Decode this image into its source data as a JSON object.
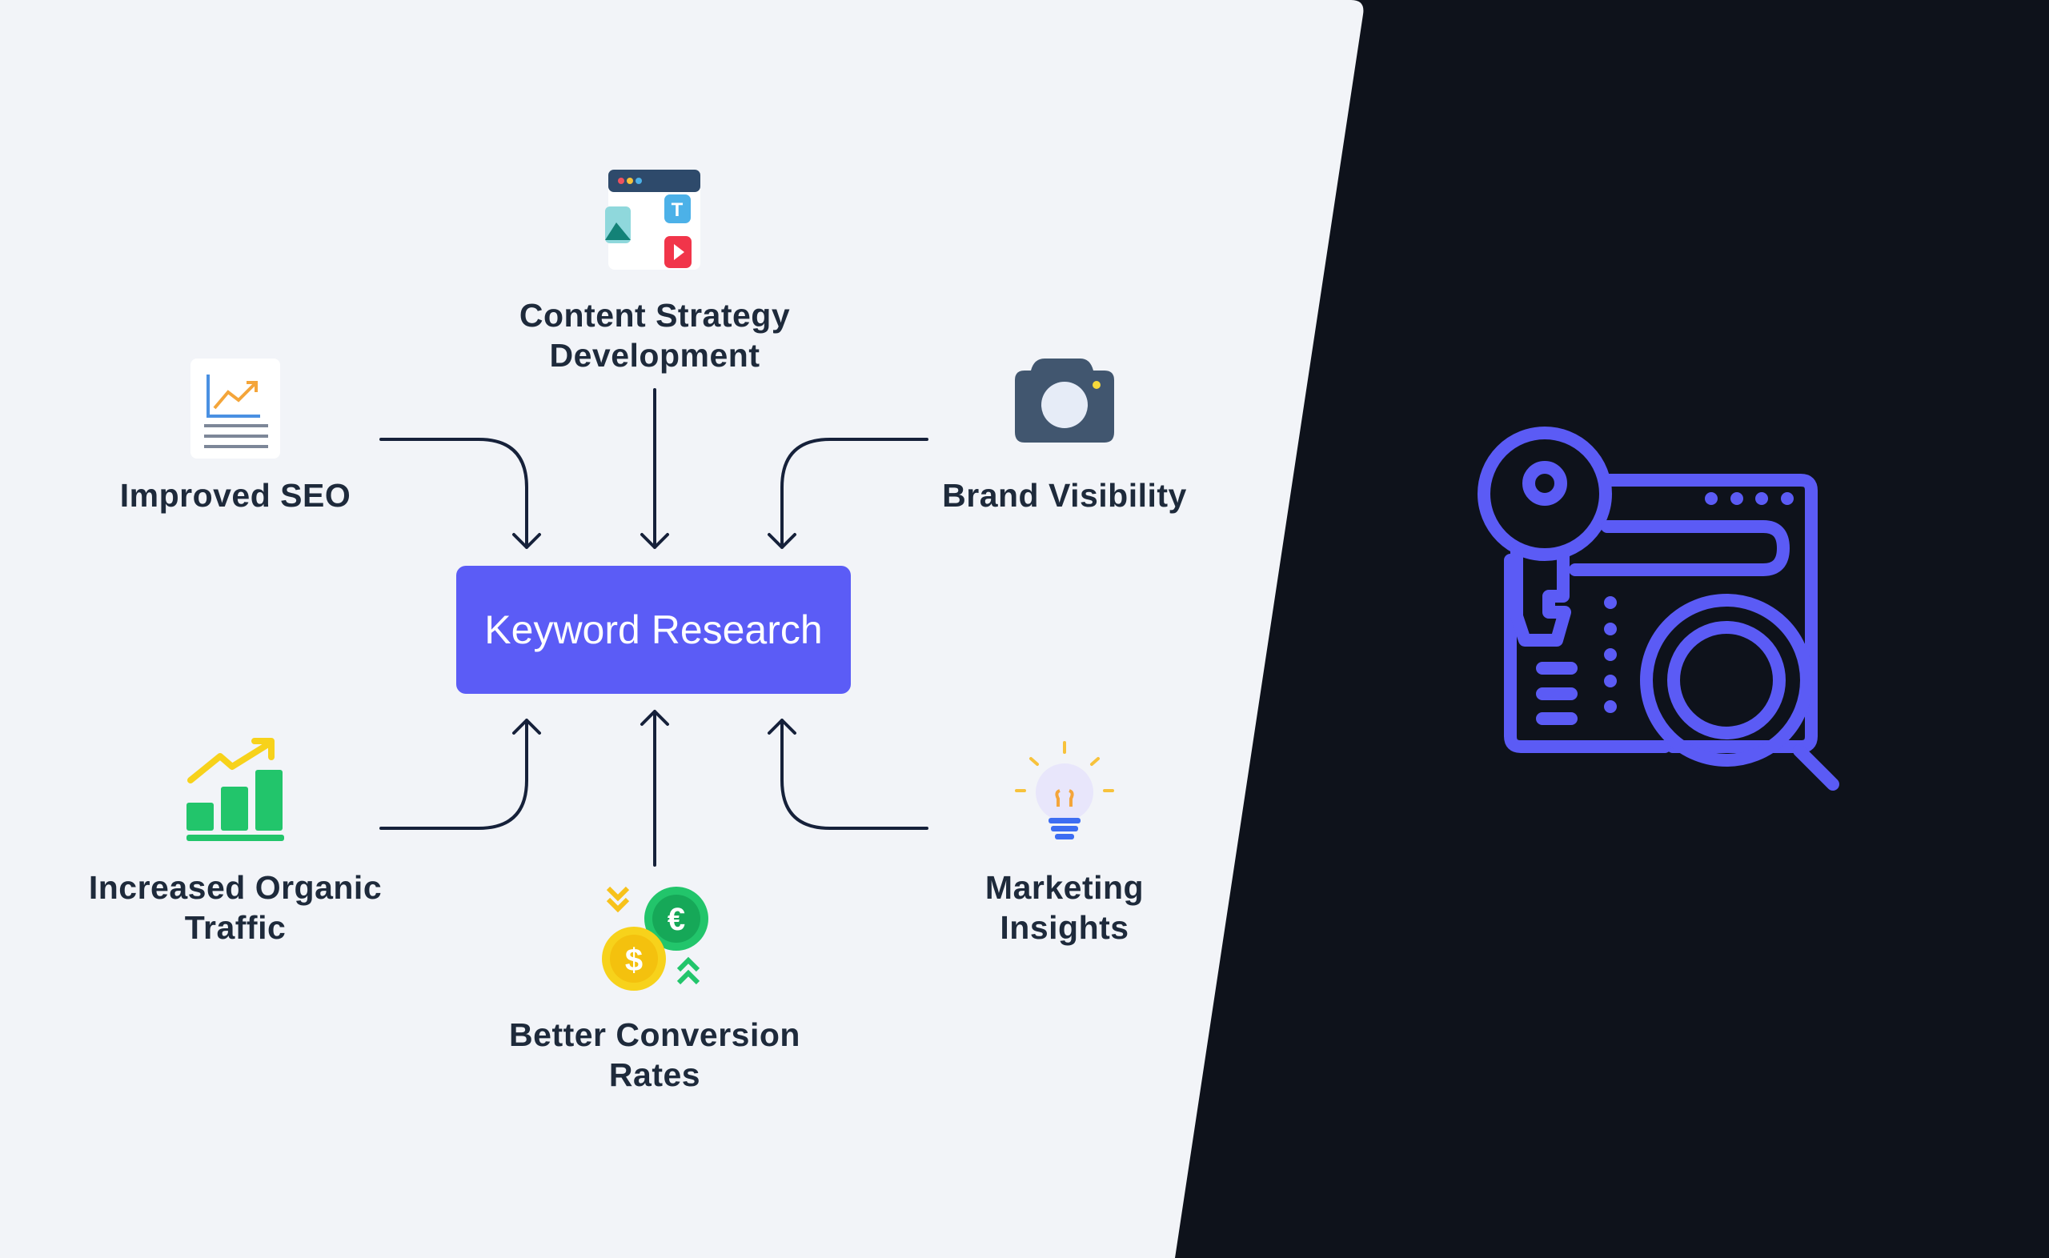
{
  "center": {
    "label": "Keyword Research"
  },
  "nodes": [
    {
      "id": "content-strategy",
      "lines": [
        "Content Strategy",
        "Development"
      ],
      "icon": "content-media-icon"
    },
    {
      "id": "improved-seo",
      "lines": [
        "Improved SEO"
      ],
      "icon": "seo-chart-icon"
    },
    {
      "id": "brand-visibility",
      "lines": [
        "Brand Visibility"
      ],
      "icon": "camera-icon"
    },
    {
      "id": "organic-traffic",
      "lines": [
        "Increased Organic",
        "Traffic"
      ],
      "icon": "growth-bars-icon"
    },
    {
      "id": "conversion-rates",
      "lines": [
        "Better Conversion",
        "Rates"
      ],
      "icon": "currency-exchange-icon"
    },
    {
      "id": "marketing-insights",
      "lines": [
        "Marketing",
        "Insights"
      ],
      "icon": "lightbulb-icon"
    }
  ],
  "colors": {
    "accent": "#5b5cf6",
    "panel": "#f2f4f8",
    "dark_bg": "#0e121b",
    "text": "#1e2a3b"
  },
  "hero_icon": "keyword-search-icon"
}
